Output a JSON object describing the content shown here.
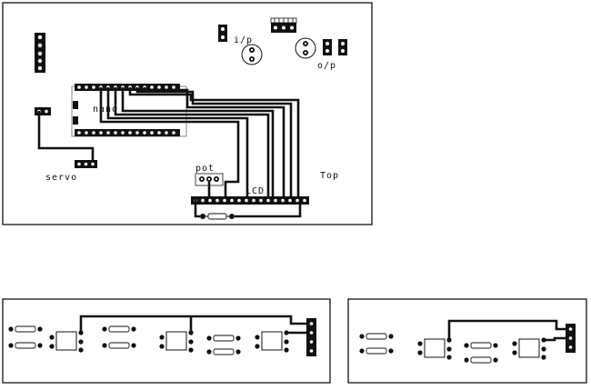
{
  "diagram": {
    "type": "pcb-layout",
    "main_board": {
      "labels": {
        "nano": "nano",
        "servo": "servo",
        "pot": "pot",
        "lcd": "LCD",
        "top": "Top",
        "input": "i/p",
        "output": "o/p"
      }
    },
    "sub_boards": [
      {
        "components": [
          "resistor",
          "resistor",
          "ic-package",
          "resistor",
          "resistor",
          "ic-package",
          "resistor",
          "resistor",
          "ic-package",
          "connector"
        ]
      },
      {
        "components": [
          "resistor",
          "resistor",
          "ic-package",
          "resistor",
          "resistor",
          "ic-package",
          "connector"
        ]
      }
    ],
    "colors": {
      "trace": "#111111",
      "board_outline": "#000000",
      "background": "#ffffff"
    }
  }
}
